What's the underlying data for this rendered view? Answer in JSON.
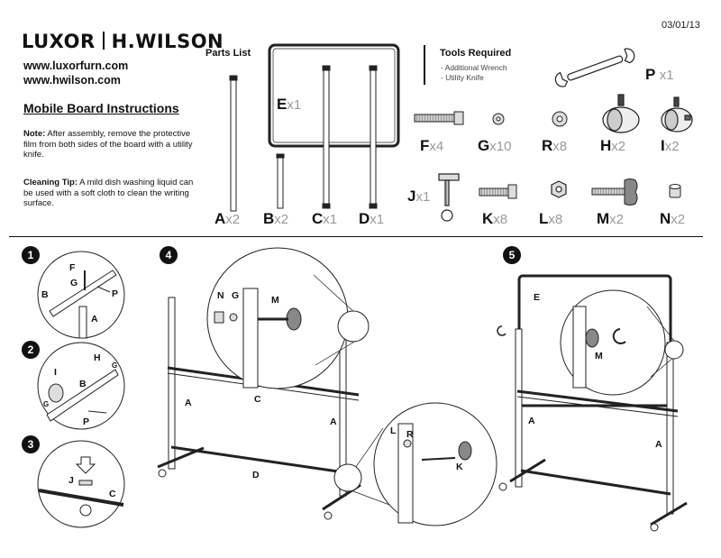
{
  "header": {
    "date": "03/01/13",
    "brand_left": "LUXOR",
    "brand_right": "H.WILSON",
    "url_1": "www.luxorfurn.com",
    "url_2": "www.hwilson.com"
  },
  "instructions": {
    "title": "Mobile Board Instructions",
    "note_label": "Note:",
    "note_text": "After assembly, remove the protective film from both sides of the board with a utility knife.",
    "cleaning_label": "Cleaning Tip:",
    "cleaning_text": "A mild dish washing liquid can be used with a soft cloth to clean the writing surface."
  },
  "parts_list": {
    "title": "Parts List",
    "items": [
      {
        "letter": "E",
        "qty": "x1"
      },
      {
        "letter": "A",
        "qty": "x2"
      },
      {
        "letter": "B",
        "qty": "x2"
      },
      {
        "letter": "C",
        "qty": "x1"
      },
      {
        "letter": "D",
        "qty": "x1"
      }
    ]
  },
  "tools": {
    "title": "Tools Required",
    "items": [
      "- Additional Wrench",
      "- Utility Knife"
    ]
  },
  "hardware": [
    {
      "letter": "P",
      "qty": "x1"
    },
    {
      "letter": "F",
      "qty": "x4"
    },
    {
      "letter": "G",
      "qty": "x10"
    },
    {
      "letter": "R",
      "qty": "x8"
    },
    {
      "letter": "H",
      "qty": "x2"
    },
    {
      "letter": "I",
      "qty": "x2"
    },
    {
      "letter": "J",
      "qty": "x1"
    },
    {
      "letter": "K",
      "qty": "x8"
    },
    {
      "letter": "L",
      "qty": "x8"
    },
    {
      "letter": "M",
      "qty": "x2"
    },
    {
      "letter": "N",
      "qty": "x2"
    }
  ],
  "steps": {
    "s1": {
      "num": "1",
      "labels": [
        "F",
        "G",
        "B",
        "P",
        "A"
      ]
    },
    "s2": {
      "num": "2",
      "labels": [
        "H",
        "G",
        "I",
        "B",
        "G",
        "P"
      ]
    },
    "s3": {
      "num": "3",
      "labels": [
        "J",
        "C"
      ]
    },
    "s4": {
      "num": "4",
      "labels": [
        "N",
        "G",
        "M",
        "A",
        "C",
        "A",
        "D",
        "L",
        "R",
        "K"
      ]
    },
    "s5": {
      "num": "5",
      "labels": [
        "E",
        "M",
        "A",
        "A"
      ]
    }
  }
}
